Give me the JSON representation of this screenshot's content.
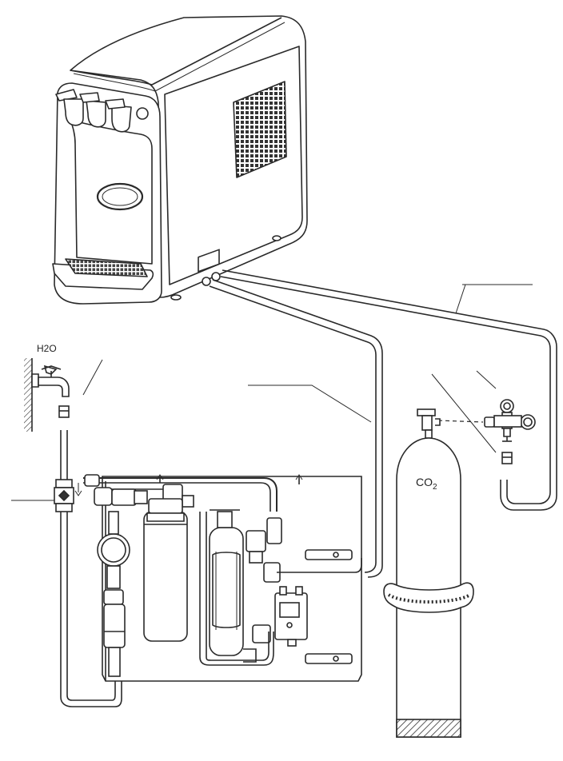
{
  "labels": {
    "water": "H2O",
    "co2_main": "CO",
    "co2_sub": "2"
  },
  "colors": {
    "line": "#2a2a2a",
    "grid": "#3a3a3a",
    "paper": "#ffffff",
    "shade": "#e9e9e9"
  }
}
